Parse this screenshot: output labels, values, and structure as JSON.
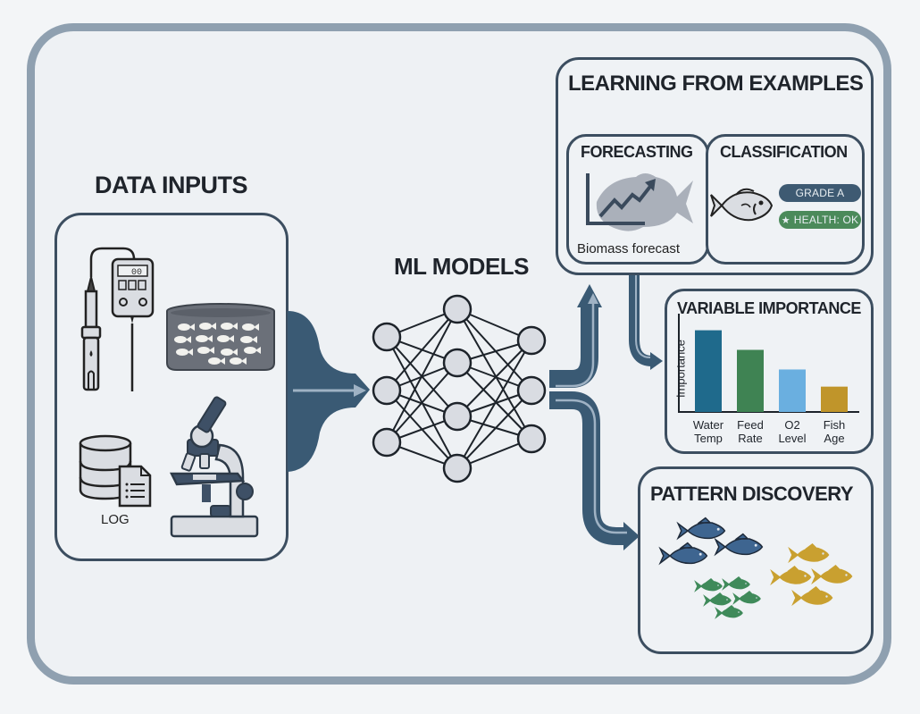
{
  "colors": {
    "frame": "#8fa0b0",
    "panel_border": "#3c4e60",
    "flow": "#3a5a74",
    "node_fill": "#d9dce2",
    "badge_grade": "#3e5a72",
    "badge_health": "#4b8a5a"
  },
  "data_inputs": {
    "title": "DATA INPUTS",
    "icons": [
      "water-quality-meter",
      "fish-tank",
      "database-log",
      "microscope"
    ],
    "meter_display": "00",
    "log_label": "LOG"
  },
  "ml_models": {
    "title": "ML MODELS",
    "network_layers": [
      3,
      4,
      3
    ]
  },
  "learning": {
    "title": "LEARNING FROM EXAMPLES",
    "forecasting": {
      "title": "FORECASTING",
      "caption": "Biomass forecast"
    },
    "classification": {
      "title": "CLASSIFICATION",
      "badges": [
        {
          "label": "GRADE A",
          "icon": ""
        },
        {
          "label": "HEALTH: OK",
          "icon": "star-icon"
        }
      ],
      "star_glyph": "★"
    }
  },
  "variable_importance": {
    "title": "VARIABLE IMPORTANCE"
  },
  "pattern_discovery": {
    "title": "PATTERN DISCOVERY",
    "clusters": [
      {
        "name": "blue",
        "count": 3,
        "color": "#3e6590"
      },
      {
        "name": "green",
        "count": 5,
        "color": "#3f8a5a"
      },
      {
        "name": "gold",
        "count": 4,
        "color": "#c9a030"
      }
    ]
  },
  "chart_data": {
    "type": "bar",
    "title": "VARIABLE IMPORTANCE",
    "xlabel": "",
    "ylabel": "Importance",
    "categories": [
      "Water Temp",
      "Feed Rate",
      "O2 Level",
      "Fish Age"
    ],
    "category_lines": [
      [
        "Water",
        "Temp"
      ],
      [
        "Feed",
        "Rate"
      ],
      [
        "O2",
        "Level"
      ],
      [
        "Fish",
        "Age"
      ]
    ],
    "values": [
      1.0,
      0.76,
      0.52,
      0.31
    ],
    "colors": [
      "#1f6a8c",
      "#3f8353",
      "#6aafe0",
      "#c0952a"
    ],
    "ylim": [
      0,
      1.05
    ],
    "grid": false,
    "legend": "none"
  }
}
